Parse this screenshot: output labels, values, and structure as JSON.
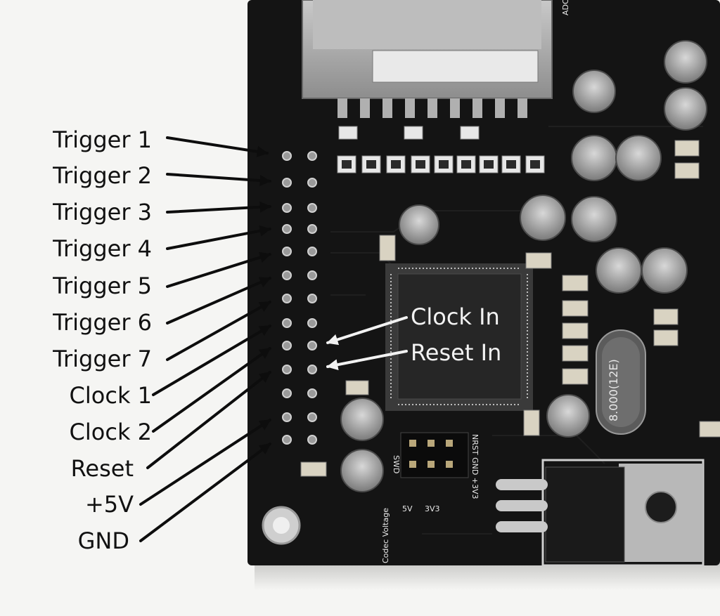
{
  "left_labels": {
    "trigger_1": "Trigger 1",
    "trigger_2": "Trigger 2",
    "trigger_3": "Trigger 3",
    "trigger_4": "Trigger 4",
    "trigger_5": "Trigger 5",
    "trigger_6": "Trigger 6",
    "trigger_7": "Trigger 7",
    "clock_1": "Clock 1",
    "clock_2": "Clock 2",
    "reset": "Reset",
    "plus_5v": "+5V",
    "gnd": "GND"
  },
  "board_labels": {
    "clock_in": "Clock In",
    "reset_in": "Reset In"
  },
  "silkscreen": {
    "adc": "ADC",
    "swd": "SWD",
    "header_pins": "NRST GND +3V3",
    "codec_voltage": "Codec Voltage",
    "v5": "5V",
    "v3": "3V3",
    "crystal": "8.000(12E)"
  },
  "colors": {
    "pcb": "#141414",
    "background": "#f5f5f3",
    "arrow": "#0d0d0d"
  }
}
